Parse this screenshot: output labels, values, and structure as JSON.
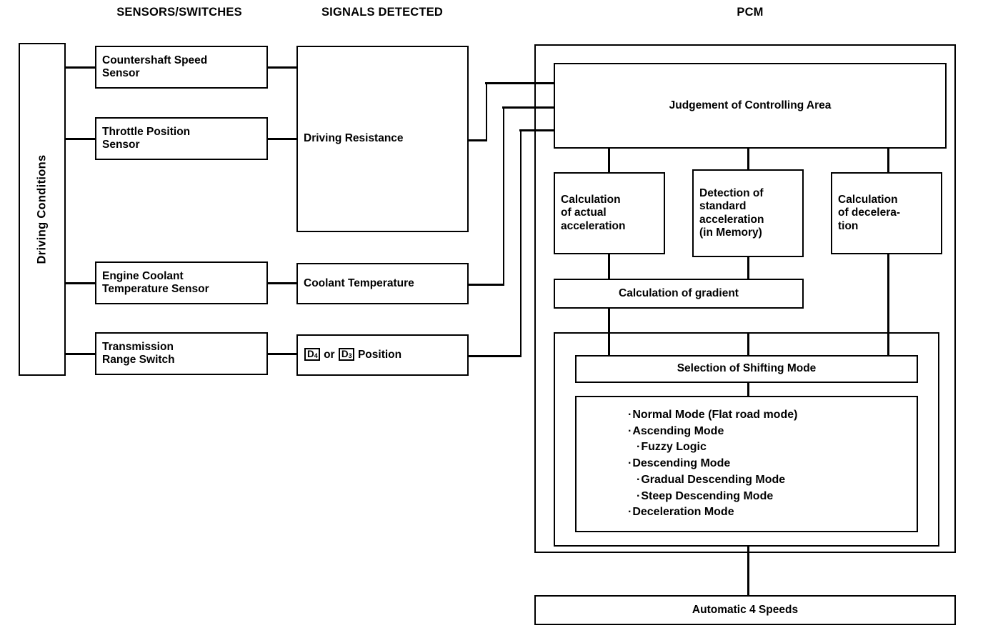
{
  "headings": {
    "sensors": "SENSORS/SWITCHES",
    "signals": "SIGNALS DETECTED",
    "pcm": "PCM"
  },
  "driving_conditions": {
    "label": "Driving Conditions"
  },
  "sensors": [
    {
      "line1": "Countershaft Speed",
      "line2": "Sensor"
    },
    {
      "line1": "Throttle Position",
      "line2": "Sensor"
    },
    {
      "line1": "Engine Coolant",
      "line2": "Temperature Sensor"
    },
    {
      "line1": "Transmission",
      "line2": "Range Switch"
    }
  ],
  "signals": {
    "driving_resistance": "Driving Resistance",
    "coolant_temperature": "Coolant Temperature",
    "position": {
      "d4": "D",
      "d4_sub": "4",
      "or": " or ",
      "d3": "D",
      "d3_sub": "3",
      "suffix": " Position"
    }
  },
  "pcm": {
    "judgement": "Judgement of Controlling Area",
    "calc_actual": {
      "line1": "Calculation",
      "line2": "of actual",
      "line3": "acceleration"
    },
    "detect_standard": {
      "line1": "Detection of",
      "line2": "standard",
      "line3": "acceleration",
      "line4": "(in Memory)"
    },
    "calc_decel": {
      "line1": "Calculation",
      "line2": "of decelera-",
      "line3": "tion"
    },
    "calc_gradient": "Calculation of gradient",
    "selection": "Selection of Shifting Mode",
    "modes": [
      {
        "label": "Normal Mode (Flat road mode)",
        "level": 1
      },
      {
        "label": "Ascending Mode",
        "level": 1
      },
      {
        "label": "Fuzzy Logic",
        "level": 2
      },
      {
        "label": "Descending Mode",
        "level": 1
      },
      {
        "label": "Gradual Descending Mode",
        "level": 2
      },
      {
        "label": "Steep Descending Mode",
        "level": 2
      },
      {
        "label": "Deceleration Mode",
        "level": 1
      }
    ]
  },
  "output": {
    "label": "Automatic 4 Speeds"
  },
  "colors": {
    "line": "#000000",
    "background": "#ffffff"
  }
}
